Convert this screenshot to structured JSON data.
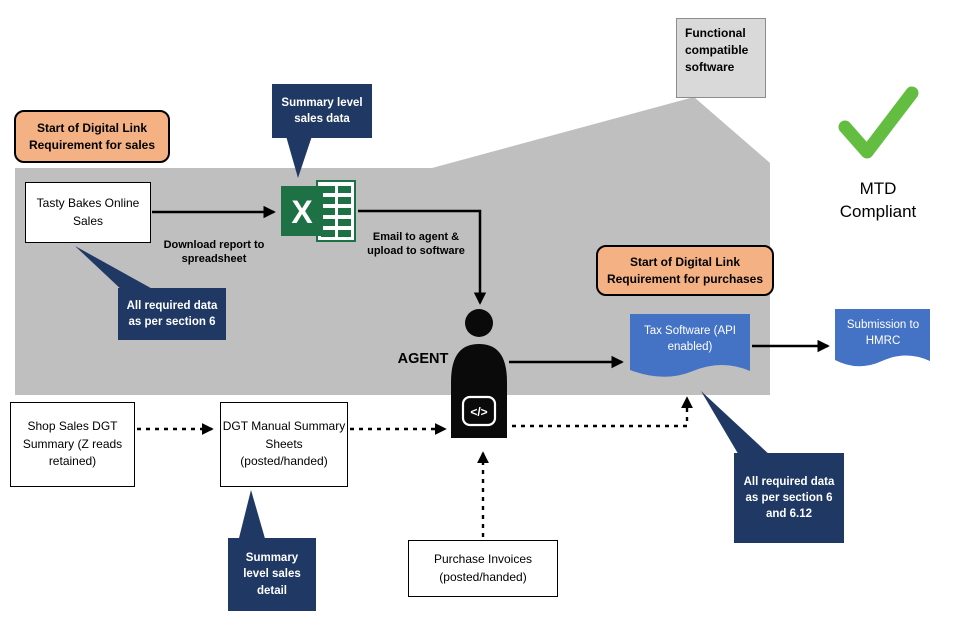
{
  "colors": {
    "gray_background": "#bfbfbf",
    "gray_box": "#d9d9d9",
    "orange_box": "#f4b183",
    "navy_callout": "#1f3864",
    "blue_document": "#4472c4",
    "excel_green": "#1e7145",
    "check_green": "#62bd40",
    "arrow_black": "#000000"
  },
  "nodes": {
    "functional_software": "Functional compatible software",
    "mtd_compliant": "MTD Compliant",
    "start_sales": "Start of Digital Link Requirement for sales",
    "tasty_bakes": "Tasty Bakes Online Sales",
    "summary_sales_data": "Summary level sales data",
    "download_report": "Download report to spreadsheet",
    "email_upload": "Email to agent & upload to software",
    "all_required_6": "All required data as per section 6",
    "agent": "AGENT",
    "start_purchases": "Start of Digital Link Requirement for purchases",
    "tax_software": "Tax Software (API enabled)",
    "submission_hmrc": "Submission to HMRC",
    "shop_sales": "Shop Sales DGT Summary (Z reads retained)",
    "dgt_manual": "DGT Manual Summary Sheets (posted/handed)",
    "purchase_invoices": "Purchase Invoices (posted/handed)",
    "summary_sales_detail": "Summary level sales detail",
    "all_required_6_612": "All required data as per section 6 and 6.12"
  },
  "icons": {
    "excel_x": "X",
    "agent_code": "</>"
  }
}
